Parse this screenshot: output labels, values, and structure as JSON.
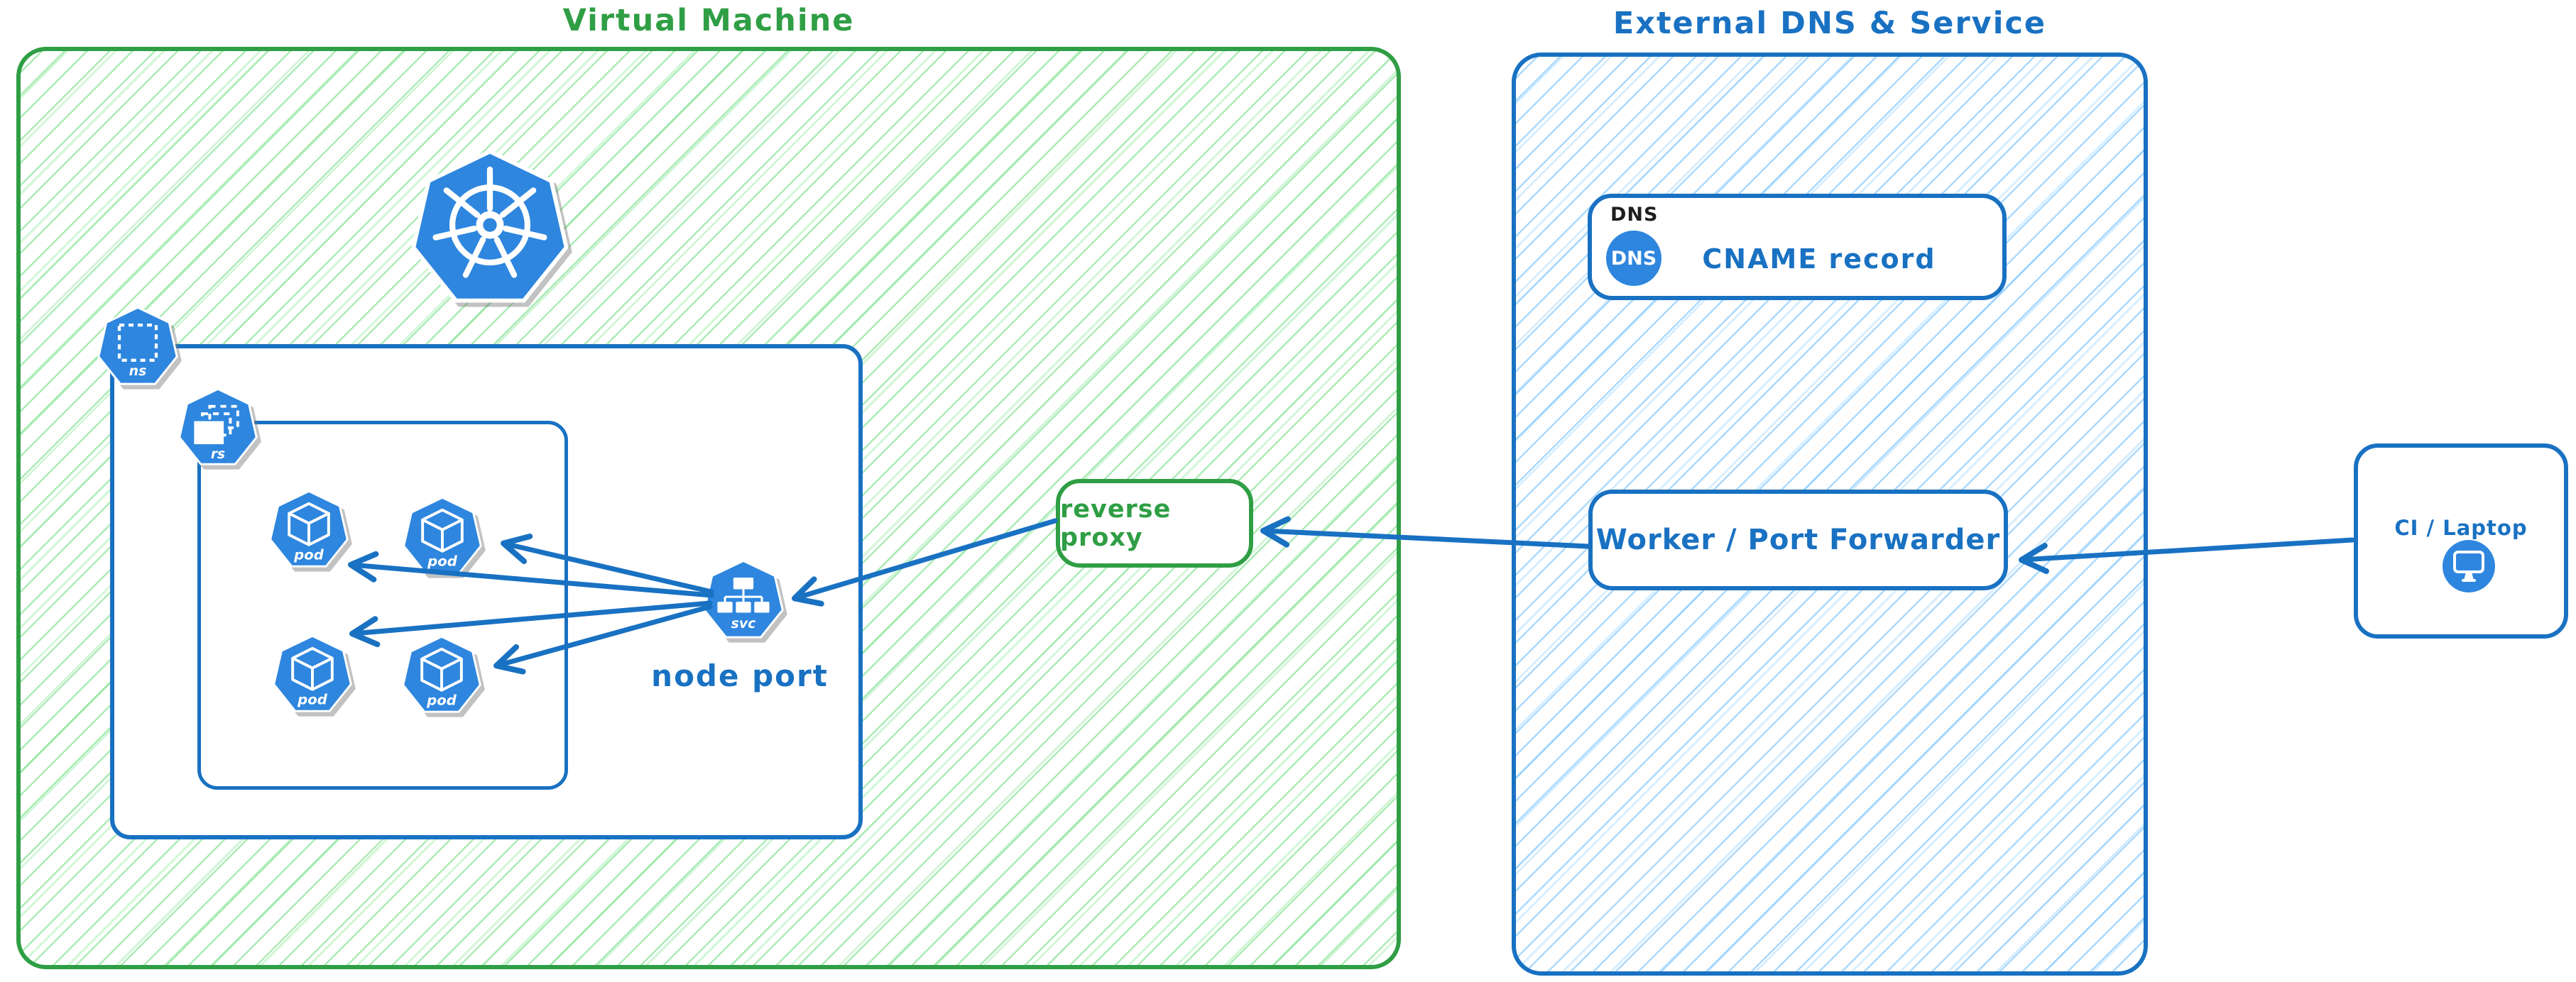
{
  "colors": {
    "green_accent": "#2f9e44",
    "green_hatch": "#8ce99a",
    "blue_accent": "#1971c2",
    "blue_hatch": "#74c0fc",
    "icon_blue": "#2e86de",
    "ink": "#1e1e1e"
  },
  "vm": {
    "title": "Virtual Machine",
    "node_port_label": "node port",
    "reverse_proxy_label": "reverse proxy"
  },
  "icons": {
    "namespace": "ns",
    "replicaset": "rs",
    "service": "svc",
    "pod": "pod"
  },
  "dns": {
    "title": "External DNS & Service",
    "record_tag": "DNS",
    "record_badge": "DNS",
    "record_label": "CNAME record",
    "worker_label": "Worker / Port Forwarder"
  },
  "ci": {
    "label": "CI / Laptop"
  }
}
